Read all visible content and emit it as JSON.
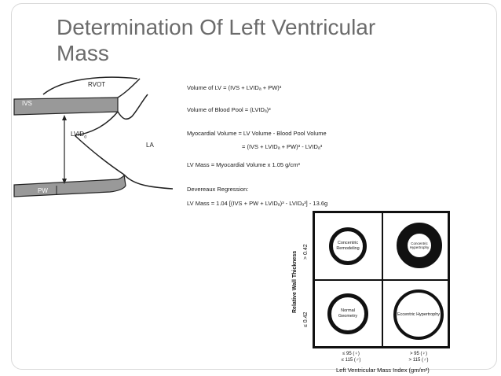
{
  "slide": {
    "title_line1": "Determination Of Left Ventricular",
    "title_line2": "Mass"
  },
  "diagram": {
    "labels": {
      "rvot": "RVOT",
      "ivs": "IVS",
      "lvid": "LVID",
      "lvid_sub": "d",
      "la": "LA",
      "pw": "PW"
    }
  },
  "equations": {
    "volume_lv": "Volume of LV = (IVS + LVIDₐ + PW)³",
    "volume_blood": "Volume of Blood Pool = (LVIDₐ)³",
    "myocardial_1": "Myocardial Volume = LV Volume - Blood Pool Volume",
    "myocardial_2": "= (IVS + LVIDₐ + PW)³ - LVIDₐ³",
    "lv_mass": "LV Mass = Myocardial Volume x 1.05 g/cm³",
    "devereaux_title": "Devereaux Regression:",
    "devereaux_formula": "LV Mass = 1.04 [(IVS + PW + LVIDₐ)³ - LVIDₐ³] - 13.6g"
  },
  "chart": {
    "y_axis_title": "Relative Wall Thickness",
    "y_upper": "> 0.42",
    "y_lower": "≤ 0.42",
    "x_axis_title": "Left Ventricular Mass Index (gm/m²)",
    "x_left_1": "≤ 95 (♀)",
    "x_left_2": "≤ 115 (♂)",
    "x_right_1": "> 95 (♀)",
    "x_right_2": "> 115 (♂)",
    "quadrants": {
      "top_left": "Concentric Remodeling",
      "top_right": "Concentric Hypertrophy",
      "bottom_left": "Normal Geometry",
      "bottom_right": "Eccentric Hypertrophy"
    }
  }
}
